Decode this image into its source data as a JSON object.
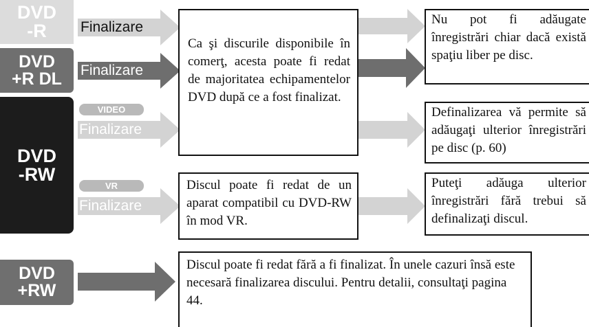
{
  "discs": {
    "dvd_r": {
      "line1": "DVD",
      "line2": "-R"
    },
    "dvd_r_dl": {
      "line1": "DVD",
      "line2": "+R DL"
    },
    "dvd_rw": {
      "line1": "DVD",
      "line2": "-RW"
    },
    "dvd_plus_rw": {
      "line1": "DVD",
      "line2": "+RW"
    }
  },
  "labels": {
    "finalize": "Finalizare",
    "video_badge": "VIDEO",
    "vr_badge": "VR"
  },
  "boxes": {
    "center_top": "Ca şi discurile disponibile în comerţ, acesta poate fi redat de majoritatea echipamentelor DVD după ce a fost finalizat.",
    "center_vr": "Discul poate fi redat de un aparat compatibil cu DVD-RW în mod VR.",
    "right_1": "Nu pot fi adăugate înregistrări chiar dacă există spaţiu liber pe disc.",
    "right_2": "Definalizarea vă permite să adăugaţi ulterior înregistrări pe disc (p. 60)",
    "right_3": "Puteţi adăuga ulterior înregistrări fără trebui să definalizaţi discul.",
    "bottom": "Discul poate fi redat fără a fi finalizat. În unele cazuri însă este necesară finalizarea discului. Pentru detalii, consultaţi pagina 44."
  },
  "colors": {
    "light_gray": "#dcdcdc",
    "mid_gray": "#6f6f6f",
    "dark": "#1c1c1c",
    "arrow_light": "#d3d3d3",
    "arrow_dark": "#6e6e6e"
  }
}
